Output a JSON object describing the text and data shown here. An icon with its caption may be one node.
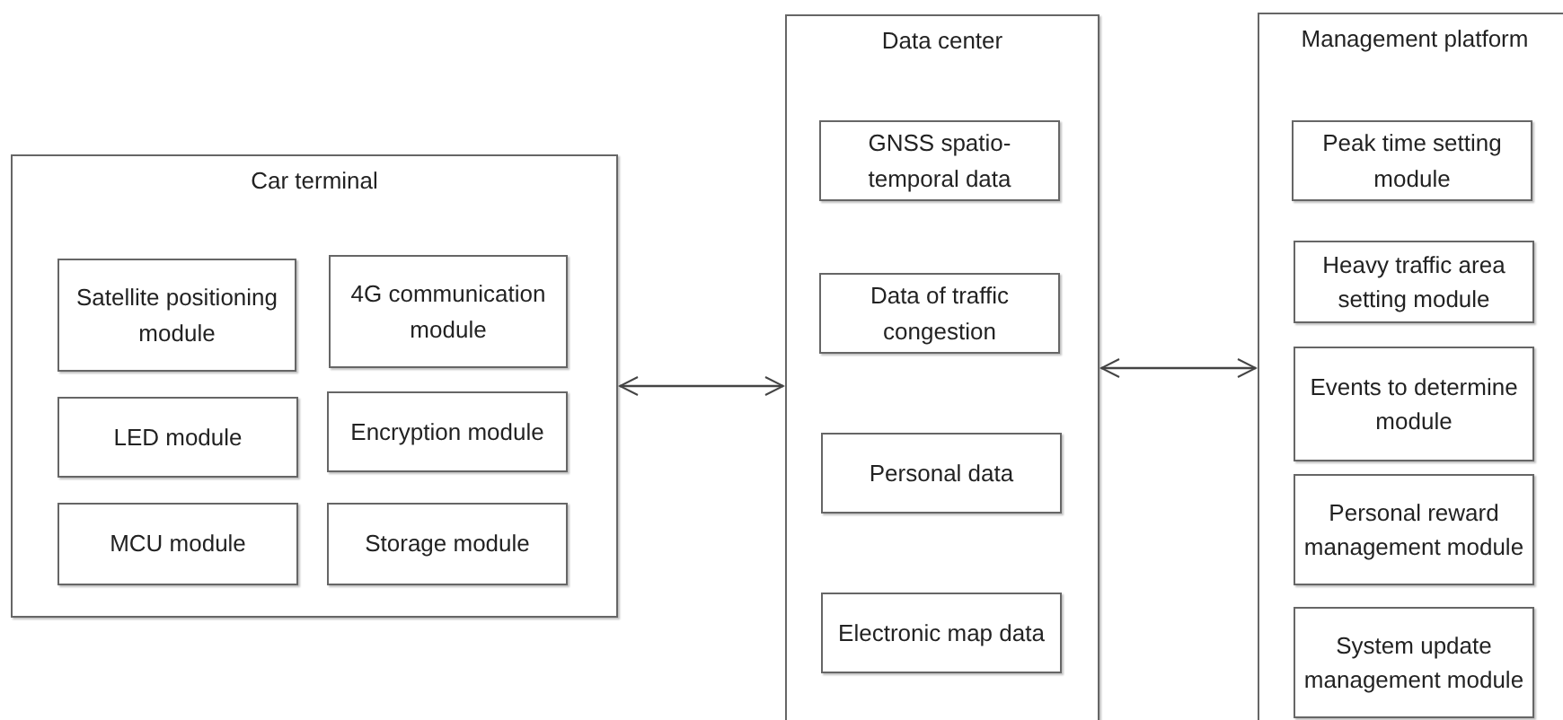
{
  "diagram": {
    "nodes": [
      {
        "text": [
          "Car terminal"
        ]
      },
      {
        "text": [
          "Satellite positioning module"
        ],
        "in": 0
      },
      {
        "text": [
          "4G communication module"
        ],
        "in": 0
      },
      {
        "text": [
          "LED module"
        ],
        "in": 0
      },
      {
        "text": [
          "Encryption module"
        ],
        "in": 0
      },
      {
        "text": [
          "MCU module"
        ],
        "in": 0
      },
      {
        "text": [
          "Storage module"
        ],
        "in": 0
      },
      {
        "text": [
          "Data center"
        ]
      },
      {
        "text": [
          "GNSS spatio-temporal data"
        ],
        "in": 7
      },
      {
        "text": [
          "Data of traffic congestion"
        ],
        "in": 7
      },
      {
        "text": [
          "Personal data"
        ],
        "in": 7
      },
      {
        "text": [
          "Electronic map data"
        ],
        "in": 7
      },
      {
        "text": [
          "Management platform"
        ]
      },
      {
        "text": [
          "Peak time setting module"
        ],
        "in": 12
      },
      {
        "text": [
          "Heavy traffic area setting module"
        ],
        "in": 12
      },
      {
        "text": [
          "Events to determine module"
        ],
        "in": 12
      },
      {
        "text": [
          "Personal reward management module"
        ],
        "in": 12
      },
      {
        "text": [
          "System update management module"
        ],
        "in": 12
      }
    ],
    "edges": [
      {
        "from": 0,
        "to": 7,
        "arrow": "both"
      },
      {
        "from": 7,
        "to": 12,
        "arrow": "both"
      }
    ]
  }
}
